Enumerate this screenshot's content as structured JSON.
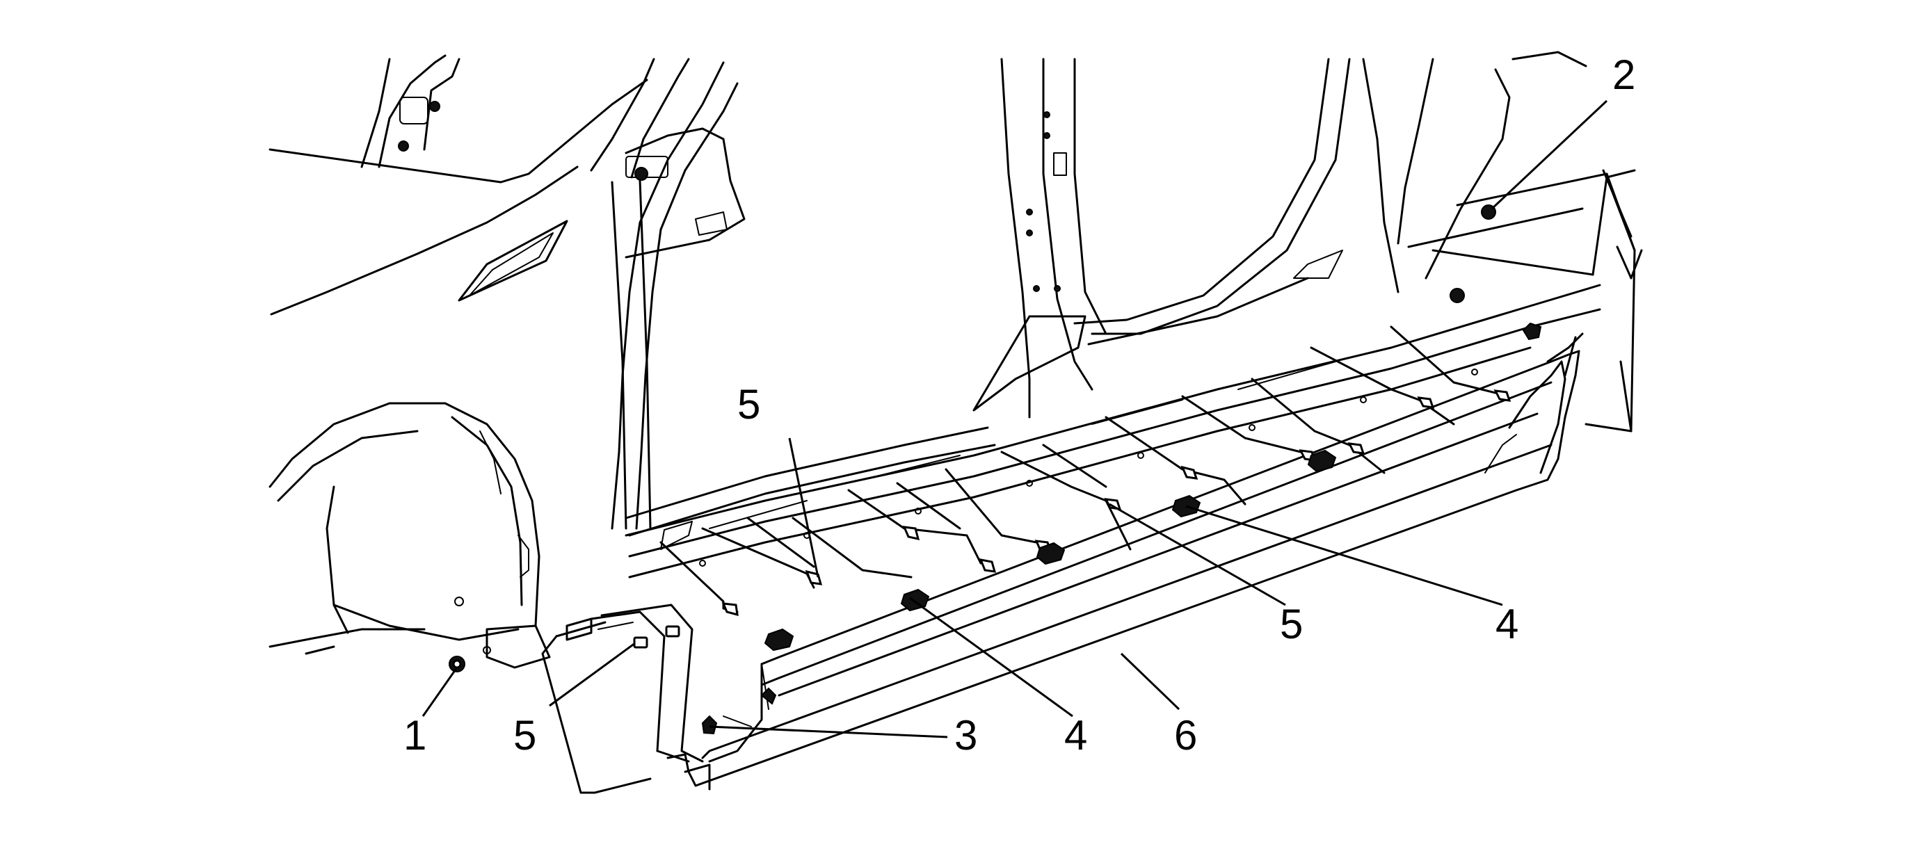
{
  "callouts": [
    {
      "id": "c1",
      "text": "1"
    },
    {
      "id": "c2",
      "text": "2"
    },
    {
      "id": "c3",
      "text": "3"
    },
    {
      "id": "c4a",
      "text": "4"
    },
    {
      "id": "c4b",
      "text": "4"
    },
    {
      "id": "c5a",
      "text": "5"
    },
    {
      "id": "c5b",
      "text": "5"
    },
    {
      "id": "c5c",
      "text": "5"
    },
    {
      "id": "c6",
      "text": "6"
    }
  ]
}
